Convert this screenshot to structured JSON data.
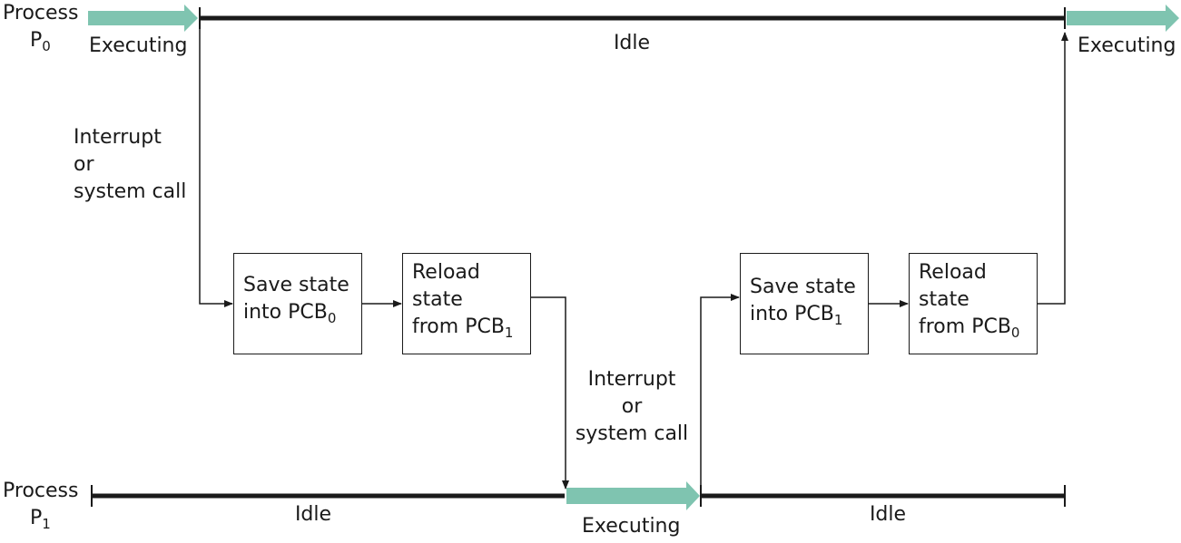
{
  "process0": {
    "label_line1": "Process",
    "label_base": "P",
    "label_sub": "0"
  },
  "process1": {
    "label_line1": "Process",
    "label_base": "P",
    "label_sub": "1"
  },
  "states": {
    "executing": "Executing",
    "idle": "Idle"
  },
  "interrupt": {
    "line1": "Interrupt",
    "line2": "or",
    "line3": "system call"
  },
  "boxes": {
    "save0": {
      "line1": "Save state",
      "line2_base": "into PCB",
      "line2_sub": "0"
    },
    "reload1": {
      "line1": "Reload",
      "line2": "state",
      "line3_base": "from PCB",
      "line3_sub": "1"
    },
    "save1": {
      "line1": "Save state",
      "line2_base": "into PCB",
      "line2_sub": "1"
    },
    "reload0": {
      "line1": "Reload",
      "line2": "state",
      "line3_base": "from PCB",
      "line3_sub": "0"
    }
  },
  "colors": {
    "executing_arrow": "#7fc4b0",
    "line": "#1a1a1a"
  }
}
